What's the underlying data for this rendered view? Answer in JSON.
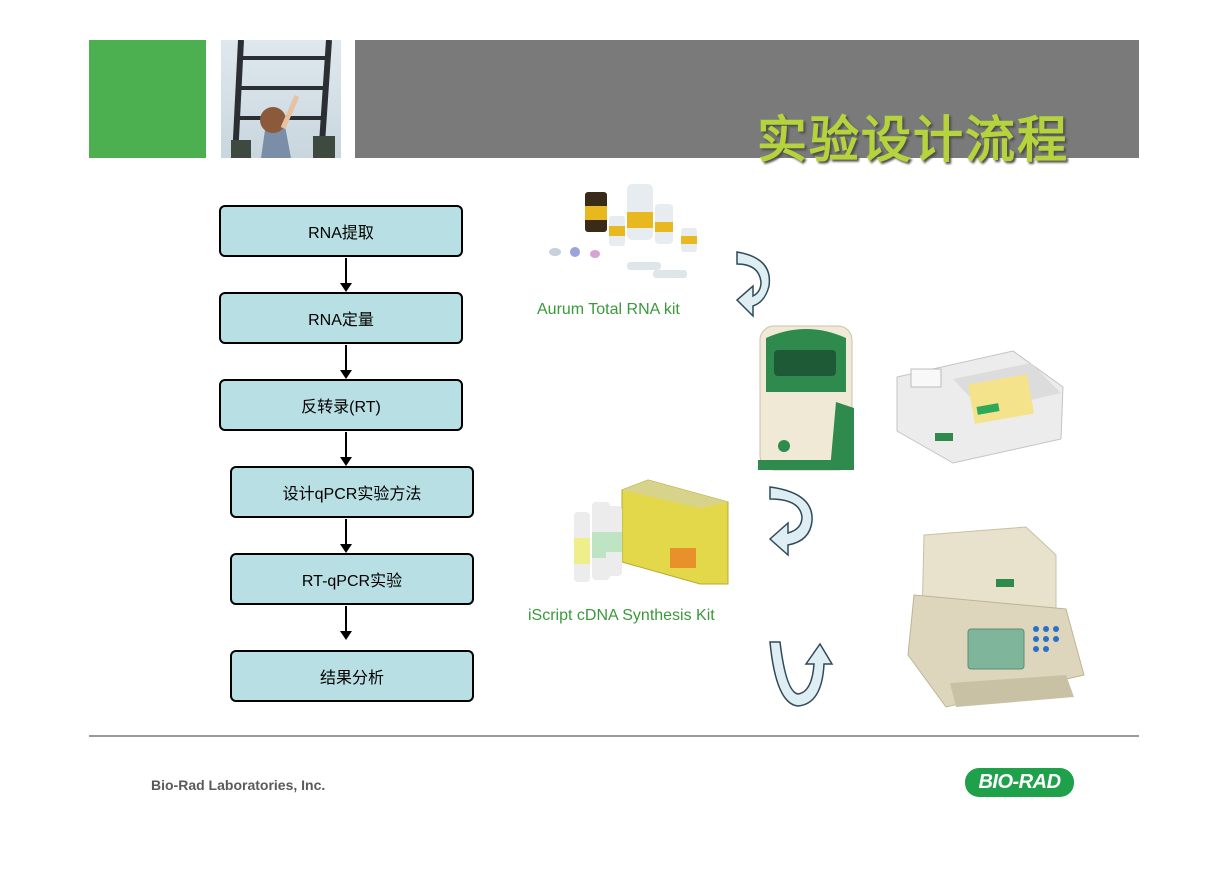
{
  "slide": {
    "title": "实验设计流程",
    "footer_company": "Bio-Rad Laboratories, Inc.",
    "logo_text": "BIO-RAD"
  },
  "workflow": {
    "steps": [
      "RNA提取",
      "RNA定量",
      "反转录(RT)",
      "设计qPCR实验方法",
      "RT-qPCR实验",
      "结果分析"
    ]
  },
  "products": {
    "rna_kit_label": "Aurum Total RNA kit",
    "cdna_kit_label": "iScript cDNA Synthesis Kit"
  },
  "colors": {
    "accent_green": "#4caf50",
    "title_green": "#b4d33c",
    "header_gray": "#7a7a7a",
    "step_fill": "#b8dfe3",
    "label_green": "#3a9a3a",
    "logo_green": "#1fa04b"
  }
}
